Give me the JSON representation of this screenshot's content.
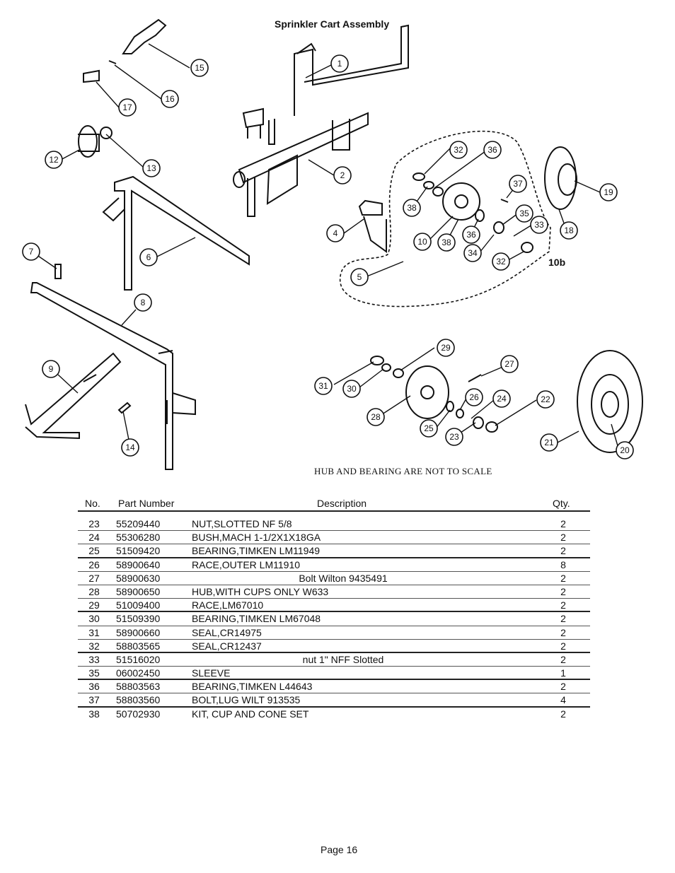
{
  "page": {
    "title": "Sprinkler Cart Assembly",
    "footer": "Page 16"
  },
  "diagram": {
    "callouts": [
      "1",
      "2",
      "4",
      "5",
      "6",
      "7",
      "8",
      "9",
      "10",
      "12",
      "13",
      "14",
      "15",
      "16",
      "17",
      "18",
      "19",
      "20",
      "21",
      "22",
      "23",
      "24",
      "25",
      "26",
      "27",
      "28",
      "29",
      "30",
      "31",
      "32",
      "33",
      "34",
      "35",
      "36",
      "37",
      "38"
    ],
    "detail_label": "10b",
    "scale_note": "HUB AND BEARING ARE NOT TO SCALE"
  },
  "table": {
    "headers": {
      "no": "No.",
      "part_number": "Part Number",
      "description": "Description",
      "qty": "Qty."
    },
    "rows": [
      {
        "no": "23",
        "part_number": "55209440",
        "description": "NUT,SLOTTED NF 5/8",
        "qty": "2"
      },
      {
        "no": "24",
        "part_number": "55306280",
        "description": "BUSH,MACH 1-1/2X1X18GA",
        "qty": "2"
      },
      {
        "no": "25",
        "part_number": "51509420",
        "description": "BEARING,TIMKEN LM11949",
        "qty": "2"
      },
      {
        "no": "26",
        "part_number": "58900640",
        "description": "RACE,OUTER LM11910",
        "qty": "8"
      },
      {
        "no": "27",
        "part_number": "58900630",
        "description": "Bolt Wilton 9435491",
        "qty": "2"
      },
      {
        "no": "28",
        "part_number": "58900650",
        "description": "HUB,WITH CUPS ONLY W633",
        "qty": "2"
      },
      {
        "no": "29",
        "part_number": "51009400",
        "description": "RACE,LM67010",
        "qty": "2"
      },
      {
        "no": "30",
        "part_number": "51509390",
        "description": "BEARING,TIMKEN LM67048",
        "qty": "2"
      },
      {
        "no": "31",
        "part_number": "58900660",
        "description": "SEAL,CR14975",
        "qty": "2"
      },
      {
        "no": "32",
        "part_number": "58803565",
        "description": "SEAL,CR12437",
        "qty": "2"
      },
      {
        "no": "33",
        "part_number": "51516020",
        "description": "nut 1\" NFF Slotted",
        "qty": "2"
      },
      {
        "no": "35",
        "part_number": "06002450",
        "description": "SLEEVE",
        "qty": "1"
      },
      {
        "no": "36",
        "part_number": "58803563",
        "description": "BEARING,TIMKEN L44643",
        "qty": "2"
      },
      {
        "no": "37",
        "part_number": "58803560",
        "description": "BOLT,LUG WILT 913535",
        "qty": "4"
      },
      {
        "no": "38",
        "part_number": "50702930",
        "description": "KIT, CUP AND CONE SET",
        "qty": "2"
      }
    ]
  }
}
